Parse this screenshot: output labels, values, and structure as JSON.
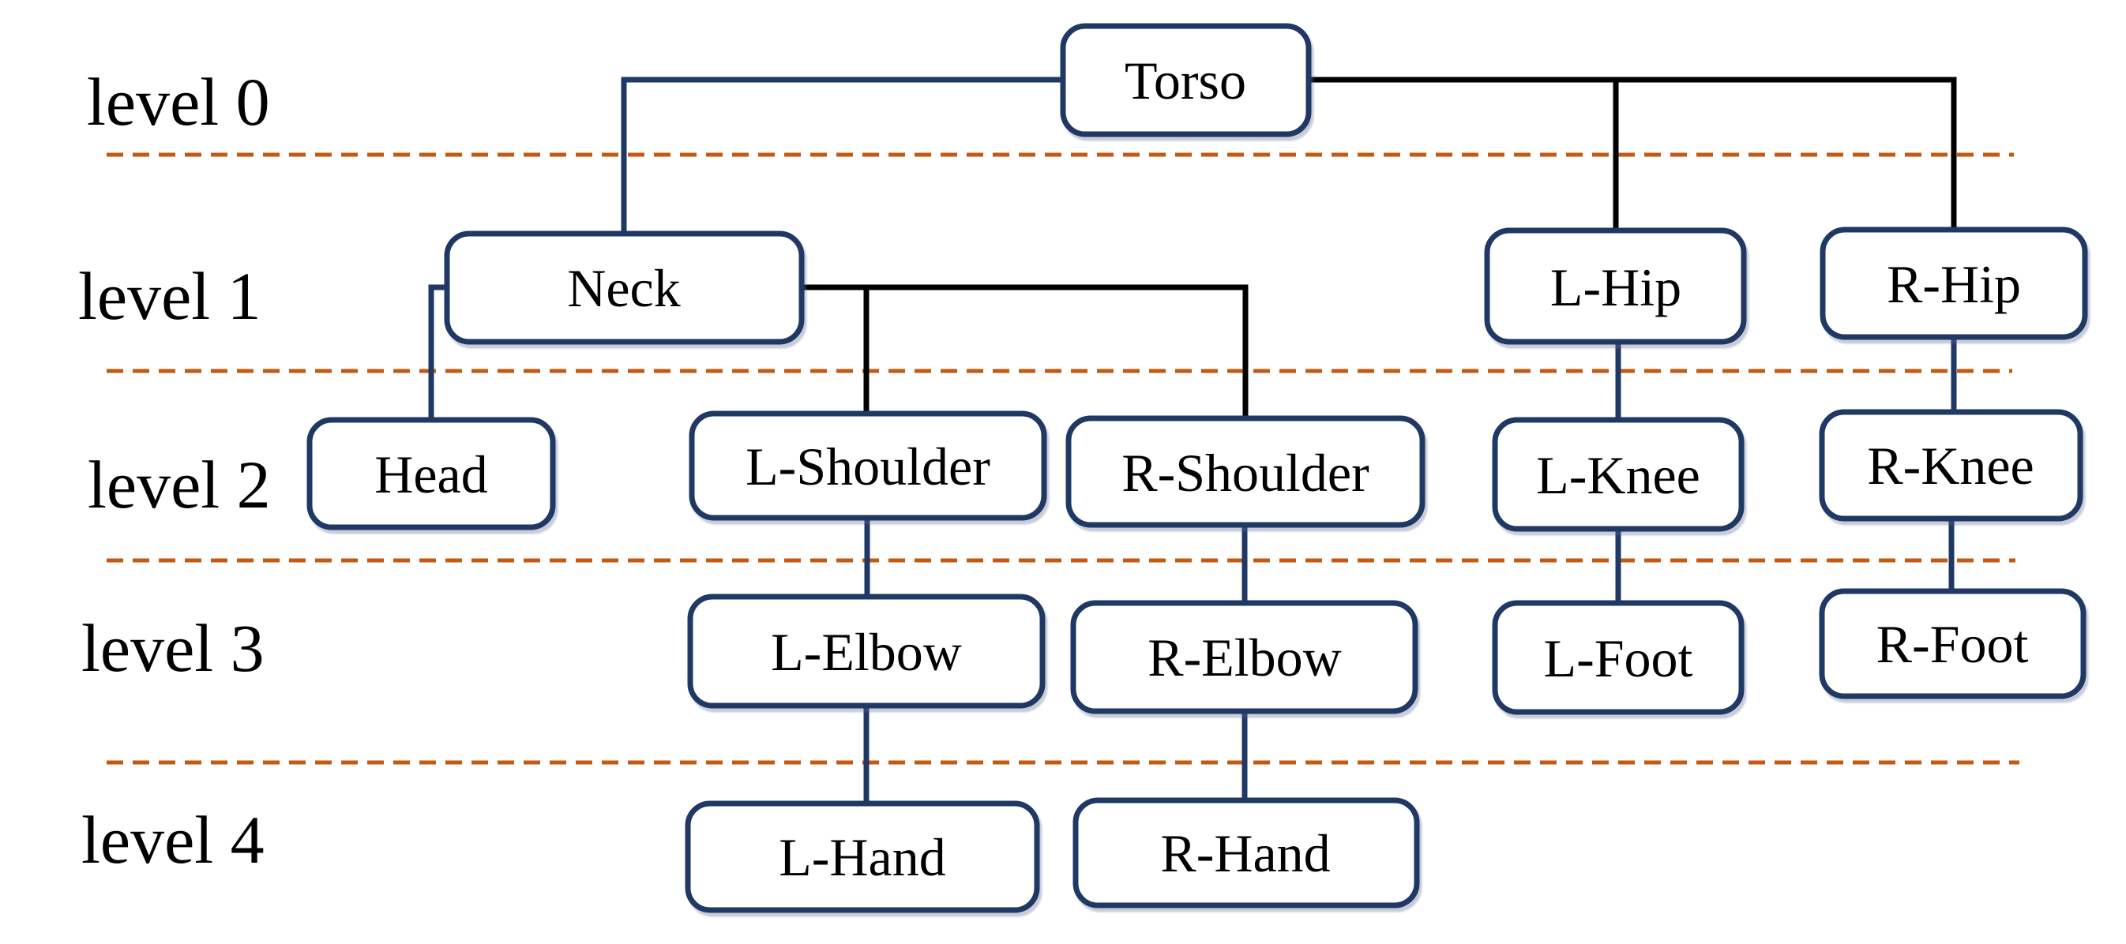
{
  "figure": {
    "type": "tree-diagram",
    "description": "Human body joint hierarchy organized by tree depth levels"
  },
  "colors": {
    "background": "#ffffff",
    "node_fill": "#ffffff",
    "node_border": "#1f3864",
    "connector_blue": "#1f3864",
    "connector_black": "#000000",
    "level_divider_orange": "#c45a11",
    "text": "#000000"
  },
  "levels": [
    {
      "label": "level 0"
    },
    {
      "label": "level 1"
    },
    {
      "label": "level 2"
    },
    {
      "label": "level 3"
    },
    {
      "label": "level 4"
    }
  ],
  "nodes": [
    {
      "id": "torso",
      "label": "Torso",
      "level": 0,
      "parent": null
    },
    {
      "id": "neck",
      "label": "Neck",
      "level": 1,
      "parent": "torso"
    },
    {
      "id": "l-hip",
      "label": "L-Hip",
      "level": 1,
      "parent": "torso"
    },
    {
      "id": "r-hip",
      "label": "R-Hip",
      "level": 1,
      "parent": "torso"
    },
    {
      "id": "head",
      "label": "Head",
      "level": 2,
      "parent": "neck"
    },
    {
      "id": "l-shoulder",
      "label": "L-Shoulder",
      "level": 2,
      "parent": "neck"
    },
    {
      "id": "r-shoulder",
      "label": "R-Shoulder",
      "level": 2,
      "parent": "neck"
    },
    {
      "id": "l-knee",
      "label": "L-Knee",
      "level": 2,
      "parent": "l-hip"
    },
    {
      "id": "r-knee",
      "label": "R-Knee",
      "level": 2,
      "parent": "r-hip"
    },
    {
      "id": "l-elbow",
      "label": "L-Elbow",
      "level": 3,
      "parent": "l-shoulder"
    },
    {
      "id": "r-elbow",
      "label": "R-Elbow",
      "level": 3,
      "parent": "r-shoulder"
    },
    {
      "id": "l-foot",
      "label": "L-Foot",
      "level": 3,
      "parent": "l-knee"
    },
    {
      "id": "r-foot",
      "label": "R-Foot",
      "level": 3,
      "parent": "r-knee"
    },
    {
      "id": "l-hand",
      "label": "L-Hand",
      "level": 4,
      "parent": "l-elbow"
    },
    {
      "id": "r-hand",
      "label": "R-Hand",
      "level": 4,
      "parent": "r-elbow"
    }
  ],
  "edges": [
    {
      "from": "torso",
      "to": "neck"
    },
    {
      "from": "torso",
      "to": "l-hip"
    },
    {
      "from": "torso",
      "to": "r-hip"
    },
    {
      "from": "neck",
      "to": "head"
    },
    {
      "from": "neck",
      "to": "l-shoulder"
    },
    {
      "from": "neck",
      "to": "r-shoulder"
    },
    {
      "from": "l-shoulder",
      "to": "l-elbow"
    },
    {
      "from": "r-shoulder",
      "to": "r-elbow"
    },
    {
      "from": "l-elbow",
      "to": "l-hand"
    },
    {
      "from": "r-elbow",
      "to": "r-hand"
    },
    {
      "from": "l-hip",
      "to": "l-knee"
    },
    {
      "from": "r-hip",
      "to": "r-knee"
    },
    {
      "from": "l-knee",
      "to": "l-foot"
    },
    {
      "from": "r-knee",
      "to": "r-foot"
    }
  ]
}
